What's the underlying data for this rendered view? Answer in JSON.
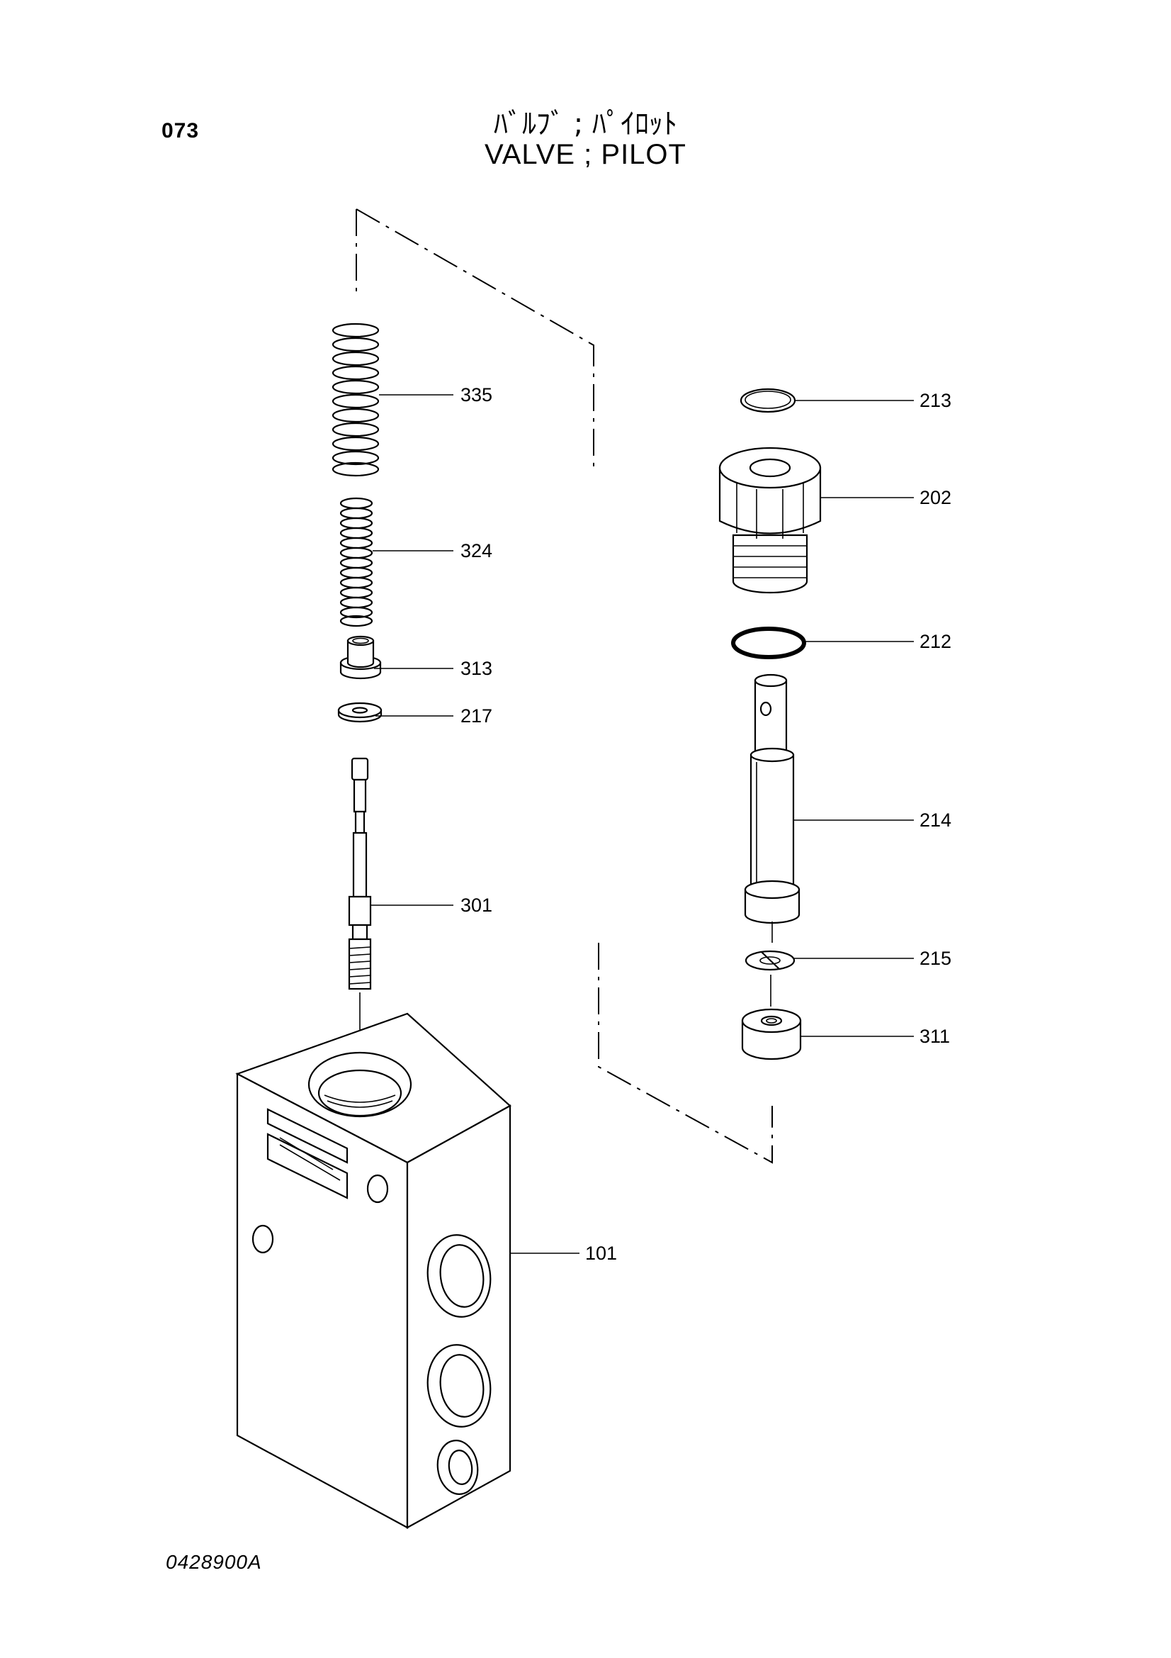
{
  "header": {
    "page_number": "073",
    "title_jp": "ﾊﾞﾙﾌﾞ ; ﾊﾟｲﾛｯﾄ",
    "title_en": "VALVE ; PILOT"
  },
  "footer": {
    "drawing_number": "0428900A"
  },
  "parts": [
    {
      "number": "335",
      "shape": "outer spring"
    },
    {
      "number": "324",
      "shape": "inner spring"
    },
    {
      "number": "313",
      "shape": "spring seat"
    },
    {
      "number": "217",
      "shape": "washer"
    },
    {
      "number": "301",
      "shape": "push rod"
    },
    {
      "number": "101",
      "shape": "valve body"
    },
    {
      "number": "213",
      "shape": "o-ring small"
    },
    {
      "number": "202",
      "shape": "plug"
    },
    {
      "number": "212",
      "shape": "o-ring"
    },
    {
      "number": "214",
      "shape": "spool"
    },
    {
      "number": "215",
      "shape": "retaining ring"
    },
    {
      "number": "311",
      "shape": "seat"
    }
  ]
}
